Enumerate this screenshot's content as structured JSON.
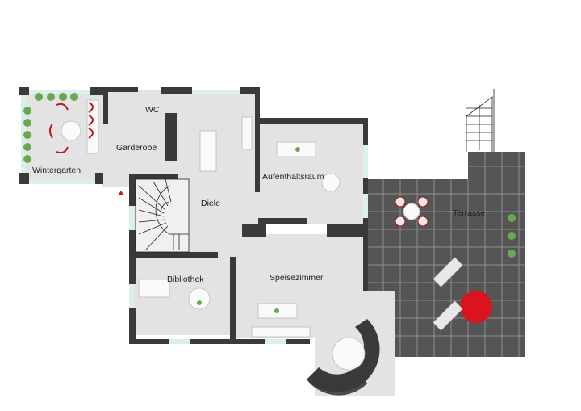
{
  "rooms": [
    {
      "id": "wintergarten",
      "label": "Wintergarten"
    },
    {
      "id": "wc",
      "label": "WC"
    },
    {
      "id": "garderobe",
      "label": "Garderobe"
    },
    {
      "id": "diele",
      "label": "Diele"
    },
    {
      "id": "aufenthaltsraum",
      "label": "Aufenthaltsraum"
    },
    {
      "id": "terrasse",
      "label": "Terrasse"
    },
    {
      "id": "bibliothek",
      "label": "Bibliothek"
    },
    {
      "id": "speisezimmer",
      "label": "Speisezimmer"
    }
  ],
  "colors": {
    "wall": "#3a3a3a",
    "floor": "#e3e3e3",
    "terrace": "#555555",
    "terrace_grid": "#9a9a9a",
    "window": "#d9f0ef",
    "accent_red": "#d9141e",
    "plant": "#6aa84f",
    "furniture": "#fafafa"
  }
}
